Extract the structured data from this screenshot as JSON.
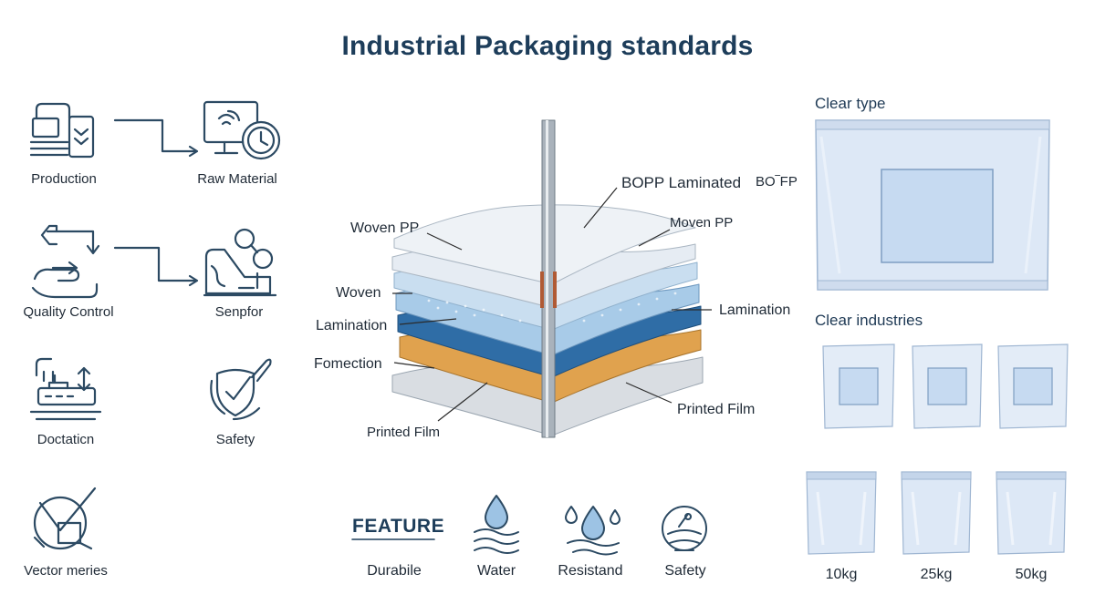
{
  "title": "Industrial Packaging standards",
  "left_panel": {
    "items": [
      {
        "label": "Production",
        "icon": "production-line-icon"
      },
      {
        "label": "Raw Material",
        "icon": "monitor-clock-icon"
      },
      {
        "label": "Quality Control",
        "icon": "hand-check-icon"
      },
      {
        "label": "Senpfor",
        "icon": "gear-machine-icon"
      },
      {
        "label": "Doctaticn",
        "icon": "documentation-device-icon"
      },
      {
        "label": "Safety",
        "icon": "shield-check-icon"
      },
      {
        "label": "Vector meries",
        "icon": "vector-check-icon"
      }
    ]
  },
  "diagram": {
    "labels_left": [
      "Woven PP",
      "Woven",
      "Lamination",
      "Fomection",
      "Printed Film"
    ],
    "labels_right": [
      "BOPP Laminated",
      "BO‾FP",
      "Moven PP",
      "Lamination",
      "Printed Film"
    ],
    "layer_colors": [
      "#eef2f6",
      "#e6ecf3",
      "#c9def0",
      "#a8cbe8",
      "#2f6da6",
      "#e0a24e",
      "#d9dde2"
    ]
  },
  "features": {
    "label": "FEATURE",
    "items": [
      {
        "label": "Durabile",
        "icon": "drop-waves-icon"
      },
      {
        "label": "Water",
        "icon": "drops-icon"
      },
      {
        "label": "Resistand",
        "icon": "drops-icon"
      },
      {
        "label": "Safety",
        "icon": "shield-gauge-icon"
      }
    ]
  },
  "right_panel": {
    "clear_type": "Clear type",
    "clear_industries": "Clear industries",
    "sizes": [
      "10kg",
      "25kg",
      "50kg"
    ]
  },
  "colors": {
    "accent": "#1d3d5a",
    "icon_stroke": "#2c4a63",
    "bag_fill": "#dde8f6",
    "bag_window": "#c6daf1"
  }
}
